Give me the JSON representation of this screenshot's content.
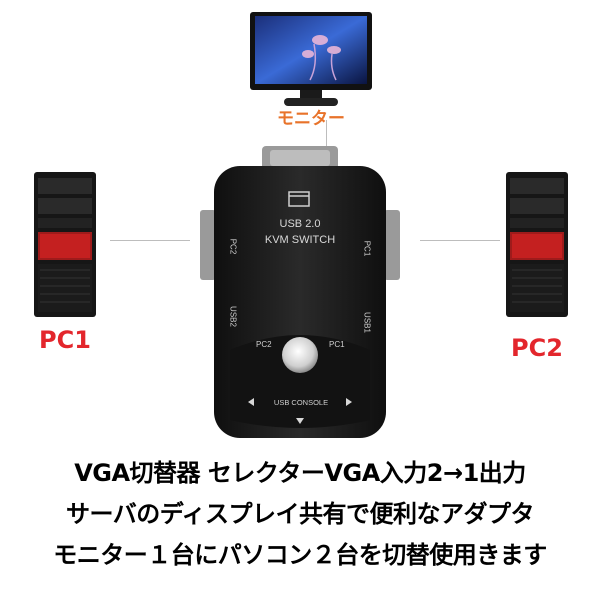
{
  "monitor": {
    "label": "モニター"
  },
  "pc_left": {
    "label": "PC1"
  },
  "pc_right": {
    "label": "PC2"
  },
  "switch": {
    "line1": "USB 2.0",
    "line2": "KVM SWITCH",
    "left_side_top": "PC2",
    "left_side_bottom": "USB2",
    "right_side_top": "PC1",
    "right_side_bottom": "USB1",
    "front_left": "PC2",
    "front_right": "PC1",
    "console": "USB CONSOLE"
  },
  "caption": {
    "line1": "VGA切替器 セレクターVGA入力2→1出力",
    "line2": "サーバのディスプレイ共有で便利なアダプタ",
    "line3": "モニター１台にパソコン２台を切替使用きます"
  },
  "colors": {
    "label_orange": "#e8732a",
    "label_red": "#e3262c",
    "switch_body": "#1e1e1e",
    "caption": "#000000"
  }
}
